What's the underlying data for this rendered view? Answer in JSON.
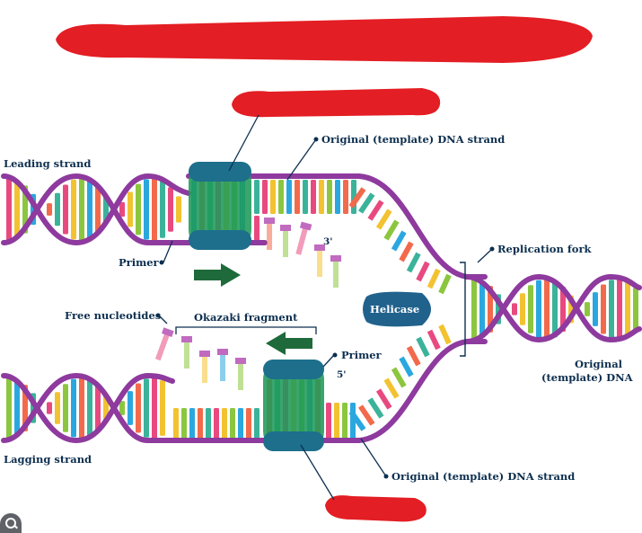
{
  "labels": {
    "original_strand_top": "Original (template) DNA strand",
    "leading_strand": "Leading strand",
    "primer_top": "Primer",
    "three_prime": "3'",
    "replication_fork": "Replication fork",
    "helicase": "Helicase",
    "free_nucleotides": "Free nucleotides",
    "okazaki_fragment": "Okazaki fragment",
    "primer_bottom": "Primer",
    "five_prime": "5'",
    "original_dna_line1": "Original",
    "original_dna_line2": "(template) DNA",
    "lagging_strand": "Lagging strand",
    "original_strand_bottom": "Original (template) DNA strand"
  },
  "colors": {
    "backbone": "#8e3a9e",
    "bases": [
      "#e84a7f",
      "#f2c230",
      "#8cc63f",
      "#2ba7df",
      "#f26a4b",
      "#3bb39a"
    ],
    "enzyme": "#1f9a5a",
    "enzyme_band": "#1d6f8c",
    "helicase": "#21628d",
    "arrow": "#1e6a3a",
    "redaction": "#e31e24",
    "label": "#0d2f4f"
  },
  "icons": {
    "direction_arrow_top": "arrow-right-icon",
    "direction_arrow_bottom": "arrow-left-icon",
    "image_search": "lens-icon"
  }
}
